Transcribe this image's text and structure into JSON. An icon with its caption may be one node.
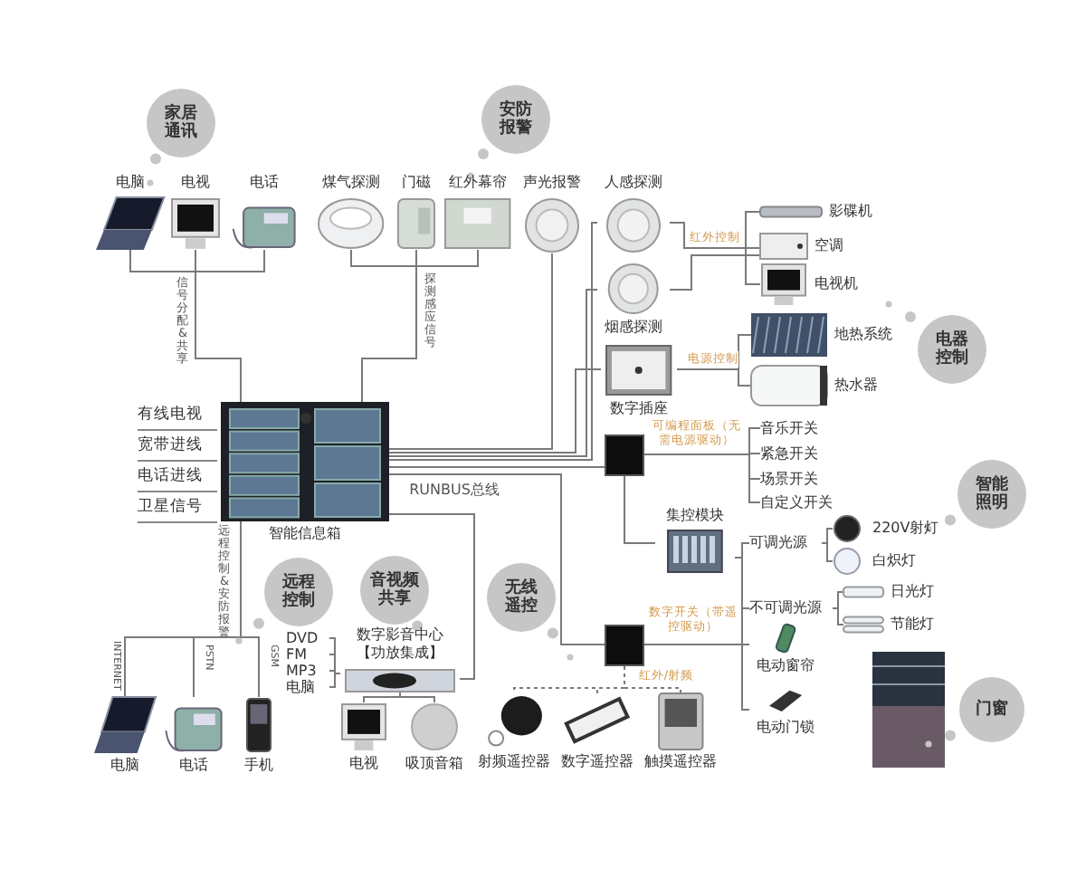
{
  "diagram": {
    "nodes": [
      {
        "text": [
          "家居通讯"
        ]
      },
      {
        "text": [
          "电脑"
        ]
      },
      {
        "text": [
          "电视"
        ]
      },
      {
        "text": [
          "电话"
        ]
      },
      {
        "text": [
          "安防报警"
        ]
      },
      {
        "text": [
          "煤气探测"
        ]
      },
      {
        "text": [
          "门磁"
        ]
      },
      {
        "text": [
          "红外幕帘"
        ]
      },
      {
        "text": [
          "声光报警"
        ]
      },
      {
        "text": [
          "人感探测"
        ]
      },
      {
        "text": [
          "烟感探测"
        ]
      },
      {
        "text": [
          "数字插座"
        ]
      },
      {
        "text": [
          "智能信息箱"
        ],
        "beside": [
          "有线电视",
          "宽带进线",
          "电话进线",
          "卫星信号"
        ]
      },
      {
        "text": [
          "影碟机"
        ]
      },
      {
        "text": [
          "空调"
        ]
      },
      {
        "text": [
          "电视机"
        ]
      },
      {
        "text": [
          "地热系统"
        ]
      },
      {
        "text": [
          "热水器"
        ]
      },
      {
        "text": [
          "电器控制"
        ]
      },
      {
        "text": [],
        "shape": "box"
      },
      {
        "text": [
          "音乐开关"
        ]
      },
      {
        "text": [
          "紧急开关"
        ]
      },
      {
        "text": [
          "场景开关"
        ]
      },
      {
        "text": [
          "自定义开关"
        ]
      },
      {
        "text": [
          "集控模块"
        ]
      },
      {
        "text": [
          "智能照明"
        ]
      },
      {
        "text": [
          "可调光源"
        ]
      },
      {
        "text": [
          "220V射灯"
        ]
      },
      {
        "text": [
          "白炽灯"
        ]
      },
      {
        "text": [
          "不可调光源"
        ]
      },
      {
        "text": [
          "日光灯"
        ]
      },
      {
        "text": [
          "节能灯"
        ]
      },
      {
        "text": [],
        "shape": "box"
      },
      {
        "text": [
          "电动窗帘"
        ]
      },
      {
        "text": [
          "电动门锁"
        ]
      },
      {
        "text": [
          "门窗"
        ]
      },
      {
        "text": [
          "远程控制"
        ]
      },
      {
        "text": [
          "电脑"
        ]
      },
      {
        "text": [
          "电话"
        ]
      },
      {
        "text": [
          "手机"
        ]
      },
      {
        "text": [
          "音视频共享"
        ]
      },
      {
        "text": [
          "数字影音中心【功放集成】"
        ]
      },
      {
        "text": [
          "电视"
        ]
      },
      {
        "text": [
          "吸顶音箱"
        ]
      },
      {
        "text": [
          "无线遥控"
        ]
      },
      {
        "text": [
          "射频遥控器"
        ]
      },
      {
        "text": [
          "数字遥控器"
        ]
      },
      {
        "text": [
          "触摸遥控器"
        ]
      },
      {
        "text": [
          "DVD"
        ]
      },
      {
        "text": [
          "FM"
        ]
      },
      {
        "text": [
          "MP3"
        ]
      },
      {
        "text": [
          "电脑"
        ]
      }
    ],
    "edges": [
      {
        "from": 12,
        "to": 1,
        "arrow": "none"
      },
      {
        "from": 12,
        "to": 2,
        "arrow": "none",
        "label": "信号分配&共享"
      },
      {
        "from": 12,
        "to": 3,
        "arrow": "none"
      },
      {
        "from": 12,
        "to": 5,
        "arrow": "none"
      },
      {
        "from": 12,
        "to": 6,
        "arrow": "none",
        "label": "探测感应信号"
      },
      {
        "from": 12,
        "to": 7,
        "arrow": "none"
      },
      {
        "from": 12,
        "to": 8,
        "arrow": "none"
      },
      {
        "from": 12,
        "to": 9,
        "arrow": "none"
      },
      {
        "from": 12,
        "to": 10,
        "arrow": "none"
      },
      {
        "from": 12,
        "to": 11,
        "arrow": "none"
      },
      {
        "from": 12,
        "to": 19,
        "arrow": "none"
      },
      {
        "from": 12,
        "to": 32,
        "arrow": "none"
      },
      {
        "from": 12,
        "to": 41,
        "arrow": "none"
      },
      {
        "from": 9,
        "to": 13,
        "arrow": "none"
      },
      {
        "from": 9,
        "to": 14,
        "arrow": "none",
        "label": "红外控制"
      },
      {
        "from": 9,
        "to": 15,
        "arrow": "none"
      },
      {
        "from": 10,
        "to": 14,
        "arrow": "none"
      },
      {
        "from": 11,
        "to": 16,
        "arrow": "none",
        "label": "电源控制"
      },
      {
        "from": 11,
        "to": 17,
        "arrow": "none"
      },
      {
        "from": 19,
        "to": 20,
        "arrow": "none"
      },
      {
        "from": 19,
        "to": 21,
        "arrow": "none",
        "label": "可编程面板（无需电源驱动）"
      },
      {
        "from": 19,
        "to": 22,
        "arrow": "none"
      },
      {
        "from": 19,
        "to": 23,
        "arrow": "none"
      },
      {
        "from": 19,
        "to": 24,
        "arrow": "none"
      },
      {
        "from": 24,
        "to": 26,
        "arrow": "none"
      },
      {
        "from": 24,
        "to": 29,
        "arrow": "none"
      },
      {
        "from": 24,
        "to": 33,
        "arrow": "none"
      },
      {
        "from": 24,
        "to": 34,
        "arrow": "none"
      },
      {
        "from": 32,
        "to": 33,
        "arrow": "none",
        "label": "数字开关（带遥控驱动）"
      },
      {
        "from": 26,
        "to": 27,
        "arrow": "none"
      },
      {
        "from": 26,
        "to": 28,
        "arrow": "none"
      },
      {
        "from": 29,
        "to": 30,
        "arrow": "none"
      },
      {
        "from": 29,
        "to": 31,
        "arrow": "none"
      },
      {
        "from": 32,
        "to": 45,
        "arrow": "none",
        "style": "dashed",
        "label": "红外/射频"
      },
      {
        "from": 32,
        "to": 46,
        "arrow": "none",
        "style": "dashed"
      },
      {
        "from": 32,
        "to": 47,
        "arrow": "none",
        "style": "dashed"
      },
      {
        "from": 12,
        "to": 37,
        "arrow": "none",
        "label": "INTERNET"
      },
      {
        "from": 12,
        "to": 38,
        "arrow": "none",
        "label": "PSTN"
      },
      {
        "from": 12,
        "to": 39,
        "arrow": "none",
        "label": "GSM"
      },
      {
        "from": 48,
        "to": 41,
        "arrow": "none"
      },
      {
        "from": 49,
        "to": 41,
        "arrow": "none"
      },
      {
        "from": 50,
        "to": 41,
        "arrow": "none"
      },
      {
        "from": 51,
        "to": 41,
        "arrow": "none"
      },
      {
        "from": 41,
        "to": 42,
        "arrow": "none"
      },
      {
        "from": 41,
        "to": 43,
        "arrow": "none"
      }
    ],
    "labels": [
      "RUNBUS总线",
      "远程控制&安防报警"
    ]
  }
}
